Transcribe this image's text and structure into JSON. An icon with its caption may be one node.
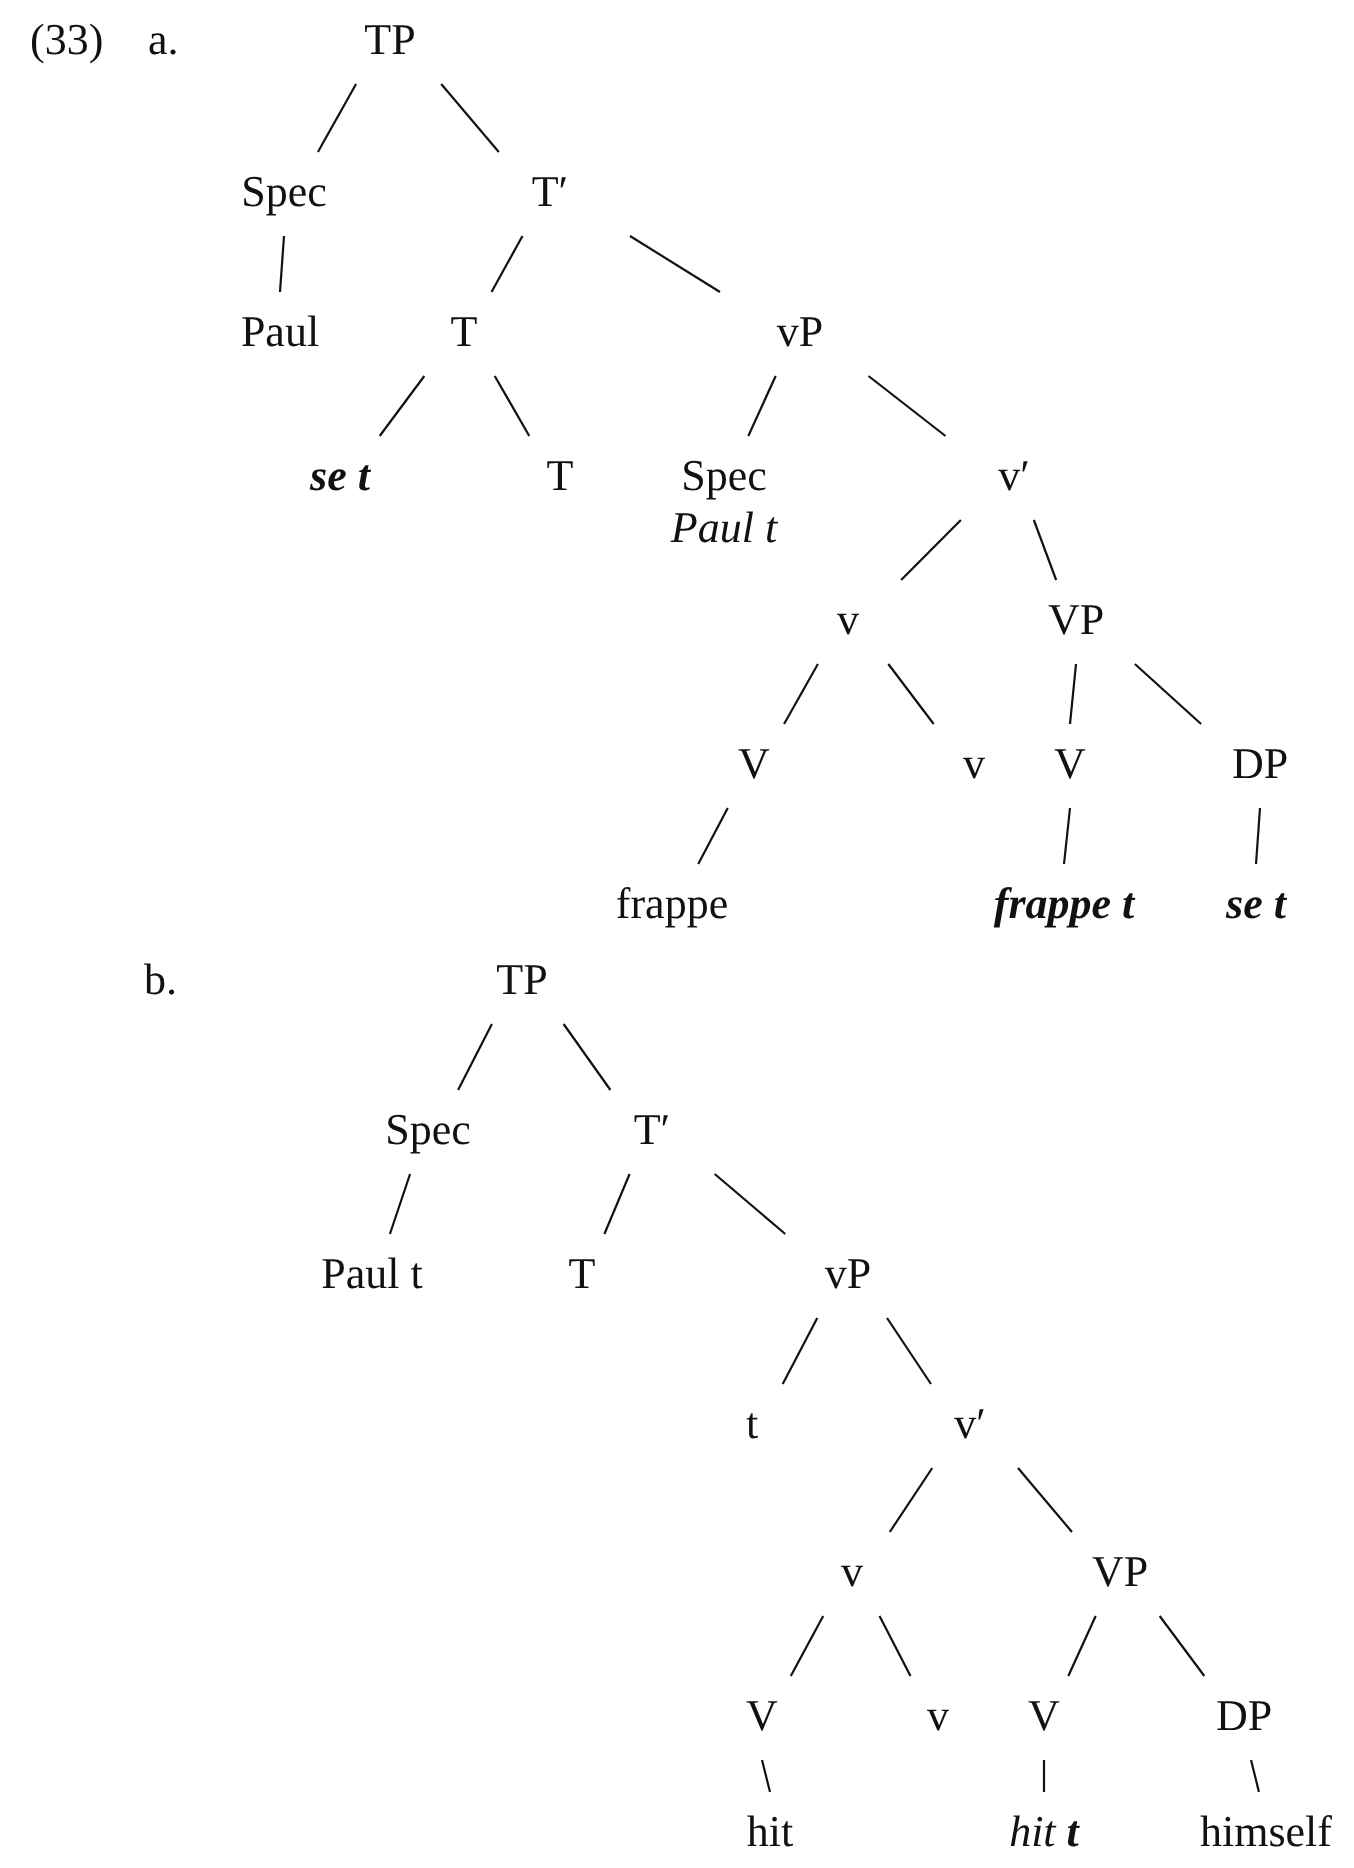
{
  "diagram": {
    "nodes": [
      {
        "text": [
          "TP"
        ]
      },
      {
        "text": [
          "Spec"
        ]
      },
      {
        "text": [
          "T′"
        ]
      },
      {
        "text": [
          "Paul"
        ]
      },
      {
        "text": [
          "T"
        ]
      },
      {
        "text": [
          "vP"
        ]
      },
      {
        "text": [
          "se t"
        ]
      },
      {
        "text": [
          "T"
        ]
      },
      {
        "text": [
          "Spec",
          "Paul t"
        ]
      },
      {
        "text": [
          "v′"
        ]
      },
      {
        "text": [
          "v"
        ]
      },
      {
        "text": [
          "VP"
        ]
      },
      {
        "text": [
          "V"
        ]
      },
      {
        "text": [
          "v"
        ]
      },
      {
        "text": [
          "V"
        ]
      },
      {
        "text": [
          "DP"
        ]
      },
      {
        "text": [
          "frappe"
        ]
      },
      {
        "text": [
          "frappe t"
        ]
      },
      {
        "text": [
          "se t"
        ]
      },
      {
        "text": [
          "TP"
        ]
      },
      {
        "text": [
          "Spec"
        ]
      },
      {
        "text": [
          "T′"
        ]
      },
      {
        "text": [
          "Paul t"
        ]
      },
      {
        "text": [
          "T"
        ]
      },
      {
        "text": [
          "vP"
        ]
      },
      {
        "text": [
          "t"
        ]
      },
      {
        "text": [
          "v′"
        ]
      },
      {
        "text": [
          "v"
        ]
      },
      {
        "text": [
          "VP"
        ]
      },
      {
        "text": [
          "V"
        ]
      },
      {
        "text": [
          "v"
        ]
      },
      {
        "text": [
          "V"
        ]
      },
      {
        "text": [
          "DP"
        ]
      },
      {
        "text": [
          "hit"
        ]
      },
      {
        "text": [
          "hit **t**"
        ]
      },
      {
        "text": [
          "himself"
        ]
      }
    ],
    "edges": [
      {
        "from": 0,
        "to": 1,
        "arrow": "none"
      },
      {
        "from": 0,
        "to": 2,
        "arrow": "none"
      },
      {
        "from": 1,
        "to": 3,
        "arrow": "none"
      },
      {
        "from": 2,
        "to": 4,
        "arrow": "none"
      },
      {
        "from": 2,
        "to": 5,
        "arrow": "none"
      },
      {
        "from": 4,
        "to": 6,
        "arrow": "none"
      },
      {
        "from": 4,
        "to": 7,
        "arrow": "none"
      },
      {
        "from": 5,
        "to": 8,
        "arrow": "none"
      },
      {
        "from": 5,
        "to": 9,
        "arrow": "none"
      },
      {
        "from": 9,
        "to": 10,
        "arrow": "none"
      },
      {
        "from": 9,
        "to": 11,
        "arrow": "none"
      },
      {
        "from": 10,
        "to": 12,
        "arrow": "none"
      },
      {
        "from": 10,
        "to": 13,
        "arrow": "none"
      },
      {
        "from": 11,
        "to": 14,
        "arrow": "none"
      },
      {
        "from": 11,
        "to": 15,
        "arrow": "none"
      },
      {
        "from": 12,
        "to": 16,
        "arrow": "none"
      },
      {
        "from": 14,
        "to": 17,
        "arrow": "none"
      },
      {
        "from": 15,
        "to": 18,
        "arrow": "none"
      },
      {
        "from": 19,
        "to": 20,
        "arrow": "none"
      },
      {
        "from": 19,
        "to": 21,
        "arrow": "none"
      },
      {
        "from": 20,
        "to": 22,
        "arrow": "none"
      },
      {
        "from": 21,
        "to": 23,
        "arrow": "none"
      },
      {
        "from": 21,
        "to": 24,
        "arrow": "none"
      },
      {
        "from": 24,
        "to": 25,
        "arrow": "none"
      },
      {
        "from": 24,
        "to": 26,
        "arrow": "none"
      },
      {
        "from": 26,
        "to": 27,
        "arrow": "none"
      },
      {
        "from": 26,
        "to": 28,
        "arrow": "none"
      },
      {
        "from": 27,
        "to": 29,
        "arrow": "none"
      },
      {
        "from": 27,
        "to": 30,
        "arrow": "none"
      },
      {
        "from": 28,
        "to": 31,
        "arrow": "none"
      },
      {
        "from": 28,
        "to": 32,
        "arrow": "none"
      },
      {
        "from": 29,
        "to": 33,
        "arrow": "none"
      },
      {
        "from": 31,
        "to": 34,
        "arrow": "none"
      },
      {
        "from": 32,
        "to": 35,
        "arrow": "none"
      }
    ],
    "labels": [
      "(33)",
      "a.",
      "b."
    ]
  }
}
